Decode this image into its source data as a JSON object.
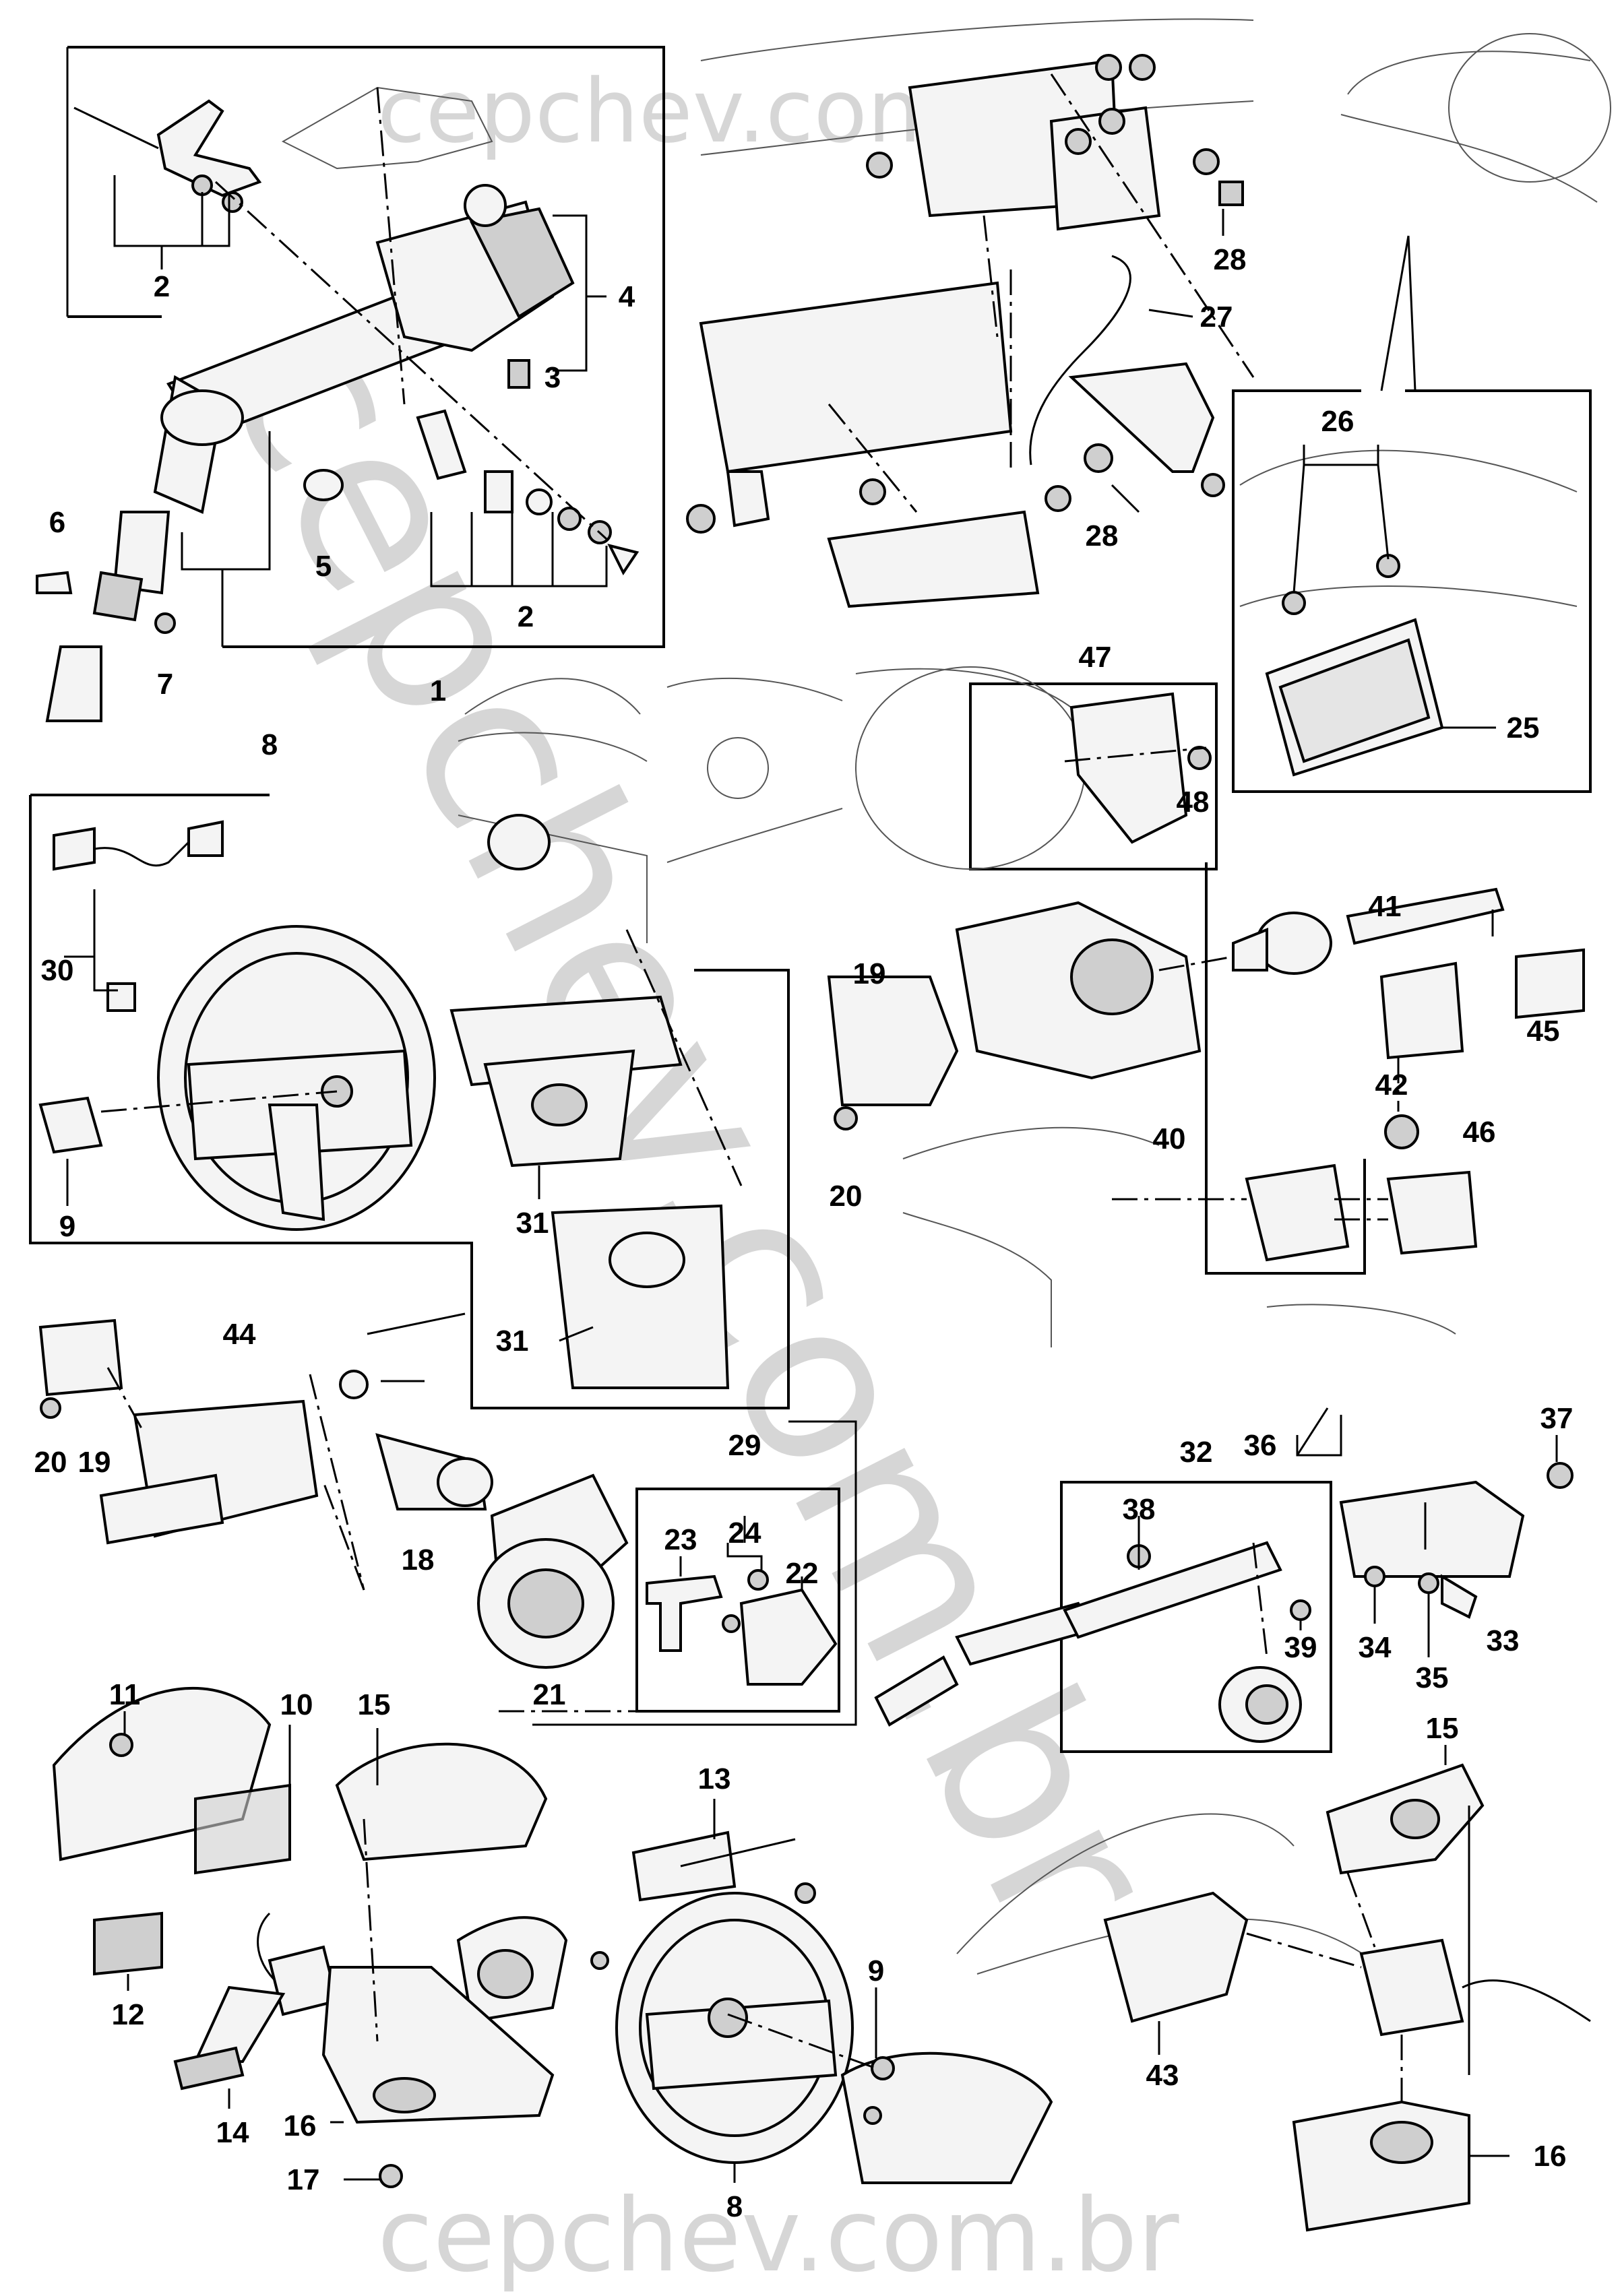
{
  "watermark": {
    "top": "cepchev.com.br",
    "diagonal": "cepchev.com.br",
    "bottom": "cepchev.com.br",
    "color": "#c8c8c8"
  },
  "callouts": [
    {
      "id": "c1",
      "label": "1"
    },
    {
      "id": "c2a",
      "label": "2"
    },
    {
      "id": "c2b",
      "label": "2"
    },
    {
      "id": "c3",
      "label": "3"
    },
    {
      "id": "c4",
      "label": "4"
    },
    {
      "id": "c5",
      "label": "5"
    },
    {
      "id": "c6",
      "label": "6"
    },
    {
      "id": "c7",
      "label": "7"
    },
    {
      "id": "c8a",
      "label": "8"
    },
    {
      "id": "c8b",
      "label": "8"
    },
    {
      "id": "c9a",
      "label": "9"
    },
    {
      "id": "c9b",
      "label": "9"
    },
    {
      "id": "c10",
      "label": "10"
    },
    {
      "id": "c11",
      "label": "11"
    },
    {
      "id": "c12",
      "label": "12"
    },
    {
      "id": "c13",
      "label": "13"
    },
    {
      "id": "c14",
      "label": "14"
    },
    {
      "id": "c15a",
      "label": "15"
    },
    {
      "id": "c15b",
      "label": "15"
    },
    {
      "id": "c16a",
      "label": "16"
    },
    {
      "id": "c16b",
      "label": "16"
    },
    {
      "id": "c17",
      "label": "17"
    },
    {
      "id": "c18",
      "label": "18"
    },
    {
      "id": "c19a",
      "label": "19"
    },
    {
      "id": "c19b",
      "label": "19"
    },
    {
      "id": "c20a",
      "label": "20"
    },
    {
      "id": "c20b",
      "label": "20"
    },
    {
      "id": "c21",
      "label": "21"
    },
    {
      "id": "c22",
      "label": "22"
    },
    {
      "id": "c23",
      "label": "23"
    },
    {
      "id": "c24",
      "label": "24"
    },
    {
      "id": "c25",
      "label": "25"
    },
    {
      "id": "c26",
      "label": "26"
    },
    {
      "id": "c27",
      "label": "27"
    },
    {
      "id": "c28a",
      "label": "28"
    },
    {
      "id": "c28b",
      "label": "28"
    },
    {
      "id": "c29",
      "label": "29"
    },
    {
      "id": "c30",
      "label": "30"
    },
    {
      "id": "c31a",
      "label": "31"
    },
    {
      "id": "c31b",
      "label": "31"
    },
    {
      "id": "c32",
      "label": "32"
    },
    {
      "id": "c33",
      "label": "33"
    },
    {
      "id": "c34",
      "label": "34"
    },
    {
      "id": "c35",
      "label": "35"
    },
    {
      "id": "c36",
      "label": "36"
    },
    {
      "id": "c37",
      "label": "37"
    },
    {
      "id": "c38",
      "label": "38"
    },
    {
      "id": "c39",
      "label": "39"
    },
    {
      "id": "c40",
      "label": "40"
    },
    {
      "id": "c41",
      "label": "41"
    },
    {
      "id": "c42",
      "label": "42"
    },
    {
      "id": "c43",
      "label": "43"
    },
    {
      "id": "c44",
      "label": "44"
    },
    {
      "id": "c45",
      "label": "45"
    },
    {
      "id": "c46",
      "label": "46"
    },
    {
      "id": "c47",
      "label": "47"
    },
    {
      "id": "c48",
      "label": "48"
    }
  ]
}
